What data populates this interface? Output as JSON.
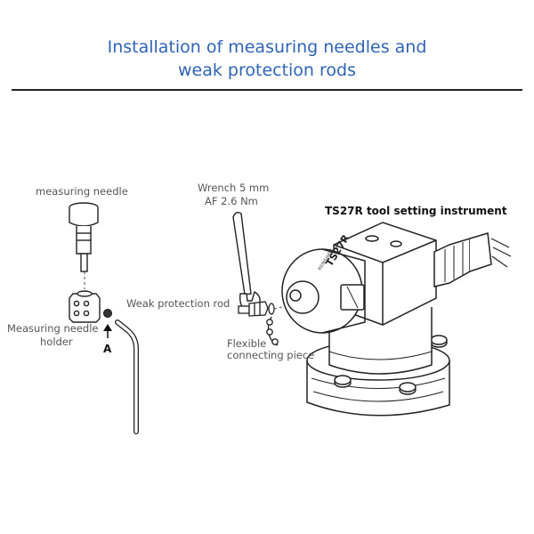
{
  "title": {
    "line1": "Installation of measuring needles and",
    "line2": "weak protection rods"
  },
  "labels": {
    "measuring_needle": "measuring needle",
    "wrench_line1": "Wrench 5 mm",
    "wrench_line2": "AF 2.6 Nm",
    "instrument": "TS27R tool setting instrument",
    "weak_rod": "Weak protection rod",
    "holder_line1": "Measuring needle",
    "holder_line2": "holder",
    "marker_a": "A",
    "flexible_line1": "Flexible",
    "flexible_line2": "connecting piece",
    "device_brand": "TS27R",
    "device_sub": "RENISHAW"
  },
  "colors": {
    "title": "#2f64b4",
    "rule": "#222222",
    "label": "#555555"
  }
}
